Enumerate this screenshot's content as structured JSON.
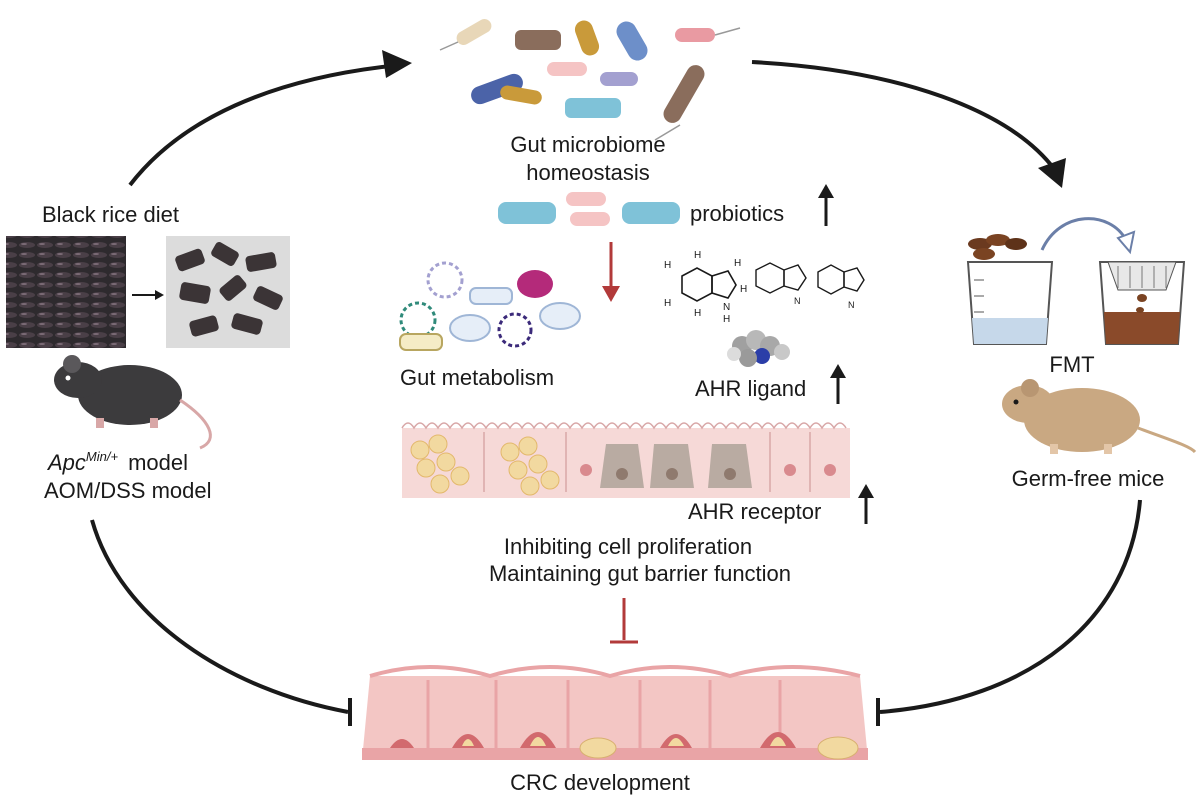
{
  "labels": {
    "gut_microbiome_line1": "Gut microbiome",
    "gut_microbiome_line2": "homeostasis",
    "probiotics": "probiotics",
    "black_rice_diet": "Black rice diet",
    "gut_metabolism": "Gut metabolism",
    "ahr_ligand": "AHR ligand",
    "ahr_receptor": "AHR receptor",
    "fmt": "FMT",
    "germ_free_mice": "Germ-free mice",
    "apc_base": "Apc",
    "apc_sup": "Min/+",
    "apc_model": "model",
    "aom_dss_model": "AOM/DSS model",
    "inhibiting": "Inhibiting cell proliferation",
    "maintaining": "Maintaining gut barrier function",
    "crc_development": "CRC development"
  },
  "indole_atoms": {
    "h": "H",
    "n": "N",
    "n_h": "H",
    "n_ring": "N"
  },
  "colors": {
    "arrow": "#1a1a1a",
    "inhibit_red": "#b23a3a",
    "rice_dark": "#2e2a2e",
    "pellet": "#3b3436",
    "tissue_pink": "#f3c6c4",
    "tissue_dark": "#e9a4a6",
    "tumor_yellow": "#f2d9a0",
    "mouse_dark": "#3c3b3d",
    "mouse_tan": "#c9a882",
    "beaker_liquid": "#c6d8ea",
    "fmt_liquid": "#8a4a2a"
  }
}
